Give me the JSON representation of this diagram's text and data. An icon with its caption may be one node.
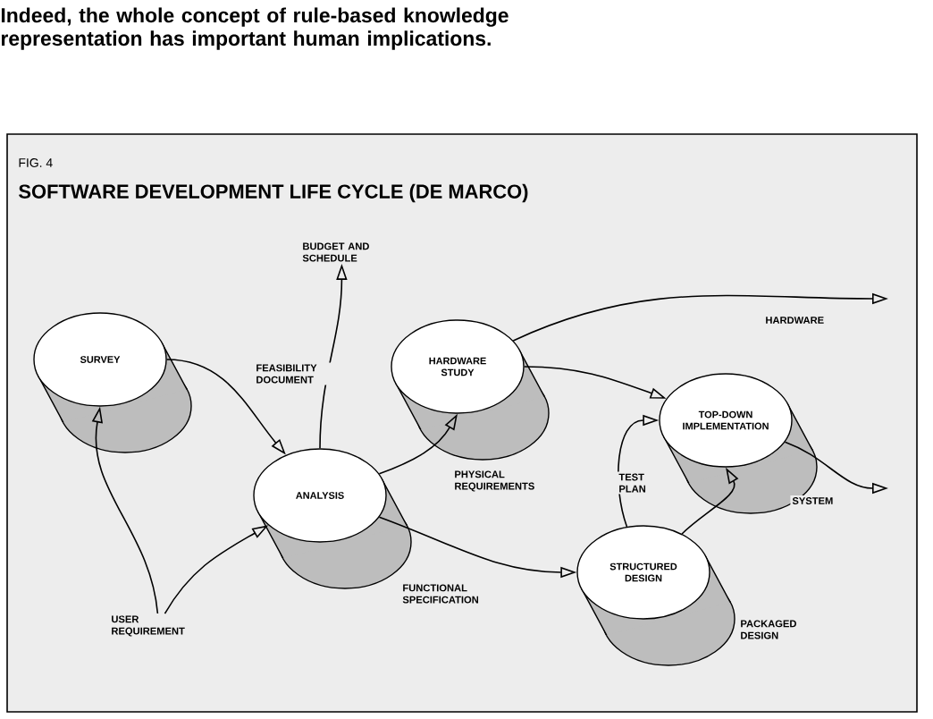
{
  "diagram": {
    "title": "SOFTWARE DEVELOPMENT LIFE CYCLE (DE MARCO)",
    "nodes": [
      {
        "text": [
          "SURVEY"
        ]
      },
      {
        "text": [
          "ANALYSIS"
        ]
      },
      {
        "text": [
          "HARDWARE STUDY"
        ]
      },
      {
        "text": [
          "TOP-DOWN IMPLEMENTATION"
        ]
      },
      {
        "text": [
          "STRUCTURED DESIGN"
        ]
      },
      {
        "text": [
          "BUDGET AND SCHEDULE"
        ]
      },
      {
        "text": [
          "USER REQUIREMENT"
        ]
      }
    ],
    "edges": [
      {
        "from": 0,
        "to": 1,
        "arrow": "to",
        "label": "FEASIBILITY DOCUMENT"
      },
      {
        "from": 6,
        "to": 0,
        "arrow": "to"
      },
      {
        "from": 6,
        "to": 1,
        "arrow": "to"
      },
      {
        "from": 1,
        "to": 5,
        "arrow": "to"
      },
      {
        "from": 1,
        "to": 2,
        "arrow": "to",
        "label": "PHYSICAL REQUIREMENTS"
      },
      {
        "from": 1,
        "to": 4,
        "arrow": "to",
        "label": "FUNCTIONAL SPECIFICATION"
      },
      {
        "from": 2,
        "to": null,
        "arrow": "to",
        "label": "HARDWARE"
      },
      {
        "from": 2,
        "to": 3,
        "arrow": "to"
      },
      {
        "from": 4,
        "to": 3,
        "arrow": "to",
        "label": "TEST PLAN"
      },
      {
        "from": 4,
        "to": 3,
        "arrow": "to"
      },
      {
        "from": 3,
        "to": null,
        "arrow": "to",
        "label": "SYSTEM"
      }
    ],
    "labels": [
      "Indeed, the whole concept of rule-based knowledge representation has important human implications.",
      "FIG. 4",
      "PACKAGED DESIGN"
    ]
  }
}
